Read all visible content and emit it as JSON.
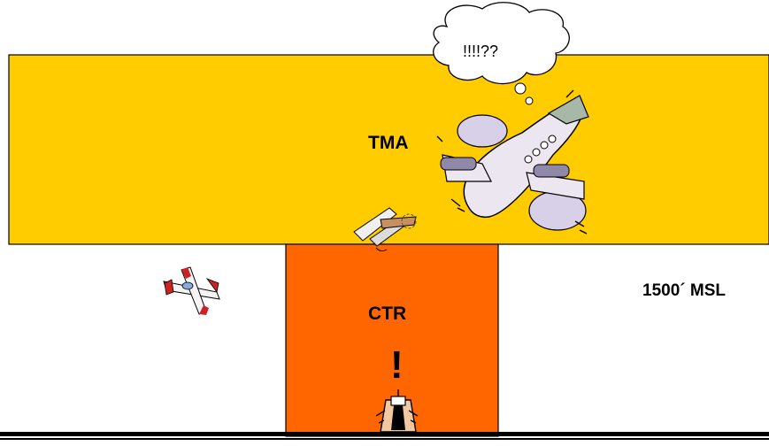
{
  "diagram": {
    "airspace": {
      "tma_label": "TMA",
      "ctr_label": "CTR",
      "altitude_label": "1500´ MSL",
      "warning_mark": "!",
      "tma_color": "#FFCC00",
      "ctr_color": "#FF6600"
    },
    "thought_bubble": {
      "text": "!!!!??"
    },
    "icons": {
      "airliner": "airliner-icon",
      "biplane": "biplane-icon",
      "small_plane": "small-plane-icon",
      "control_tower": "control-tower-icon"
    }
  }
}
